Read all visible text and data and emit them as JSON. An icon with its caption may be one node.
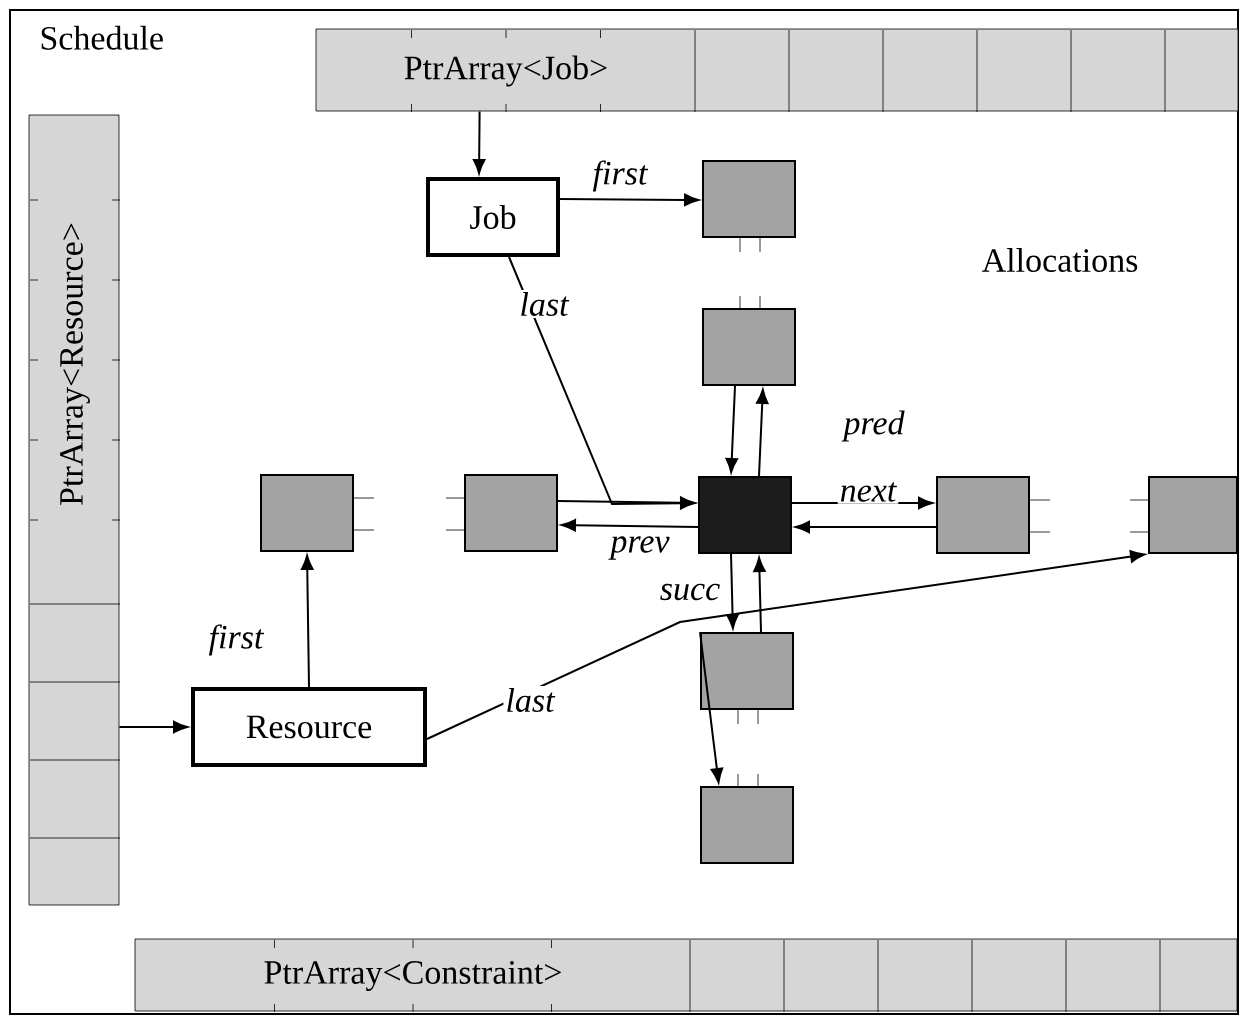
{
  "diagram": {
    "nodes": [
      {
        "text": [
          "Schedule"
        ]
      },
      {
        "text": [
          "PtrArray<Job>"
        ],
        "in": 0
      },
      {
        "text": [
          "PtrArray<Resource>"
        ],
        "in": 0
      },
      {
        "text": [
          "Job"
        ],
        "in": 0
      },
      {
        "text": [
          "Resource"
        ],
        "in": 0
      },
      {
        "text": [
          "PtrArray<Constraint>"
        ],
        "in": 0
      },
      {
        "text": [],
        "shape": "box",
        "in": 0
      },
      {
        "text": [],
        "shape": "box",
        "in": 0
      },
      {
        "text": [],
        "shape": "box",
        "in": 0
      },
      {
        "text": [],
        "shape": "box",
        "in": 0
      },
      {
        "text": [],
        "shape": "box",
        "in": 0
      },
      {
        "text": [],
        "shape": "box",
        "in": 0
      },
      {
        "text": [],
        "shape": "box",
        "in": 0
      },
      {
        "text": [],
        "shape": "box",
        "in": 0
      },
      {
        "text": [],
        "shape": "box",
        "in": 0
      }
    ],
    "edges": [
      {
        "from": 1,
        "to": 3,
        "arrow": "to"
      },
      {
        "from": 3,
        "to": 6,
        "arrow": "to",
        "label": "first"
      },
      {
        "from": 3,
        "to": 10,
        "arrow": "to",
        "label": "last"
      },
      {
        "from": 7,
        "to": 10,
        "arrow": "to"
      },
      {
        "from": 10,
        "to": 7,
        "arrow": "to",
        "label": "pred"
      },
      {
        "from": 9,
        "to": 10,
        "arrow": "to"
      },
      {
        "from": 10,
        "to": 9,
        "arrow": "to",
        "label": "prev"
      },
      {
        "from": 10,
        "to": 11,
        "arrow": "to",
        "label": "next"
      },
      {
        "from": 11,
        "to": 10,
        "arrow": "to"
      },
      {
        "from": 10,
        "to": 13,
        "arrow": "to",
        "label": "succ"
      },
      {
        "from": 13,
        "to": 10,
        "arrow": "to"
      },
      {
        "from": 4,
        "to": 8,
        "arrow": "to",
        "label": "first"
      },
      {
        "from": 4,
        "to": 12,
        "arrow": "to",
        "label": "last"
      },
      {
        "from": 2,
        "to": 4,
        "arrow": "to"
      },
      {
        "from": 13,
        "to": 14,
        "arrow": "to"
      }
    ],
    "labels": [
      "Allocations"
    ]
  }
}
